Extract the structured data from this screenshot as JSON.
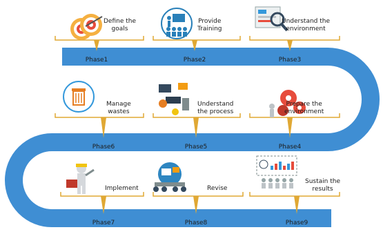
{
  "colors": {
    "road": "#3f8ed3",
    "road_edge": "#2f6fb0",
    "bracket": "#e0a834",
    "background": "#ffffff"
  },
  "steps": [
    {
      "phase": "Phase1",
      "title": "Define the\ngoals",
      "icon": "target-icon"
    },
    {
      "phase": "Phase2",
      "title": "Provide\nTraining",
      "icon": "training-presentation-icon"
    },
    {
      "phase": "Phase3",
      "title": "Understand the\nenvironment",
      "icon": "magnifier-document-icon"
    },
    {
      "phase": "Phase4",
      "title": "Prepare the\nenvironment",
      "icon": "gears-icon"
    },
    {
      "phase": "Phase5",
      "title": "Understand\nthe process",
      "icon": "process-worker-icon"
    },
    {
      "phase": "Phase6",
      "title": "Manage\nwastes",
      "icon": "trash-bin-icon"
    },
    {
      "phase": "Phase7",
      "title": "Implement",
      "icon": "worker-toolbox-icon"
    },
    {
      "phase": "Phase8",
      "title": "Revise",
      "icon": "team-meeting-icon"
    },
    {
      "phase": "Phase9",
      "title": "Sustain the\nresults",
      "icon": "presentation-board-icon"
    }
  ]
}
